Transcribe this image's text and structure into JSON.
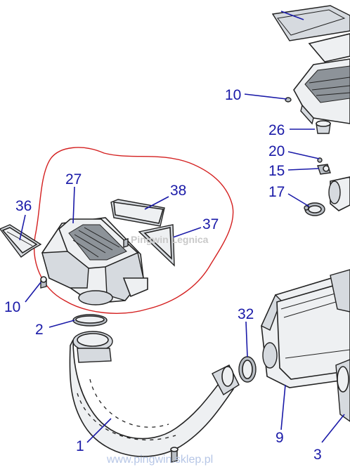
{
  "callouts": {
    "c1": "1",
    "c2": "2",
    "c3": "3",
    "c9": "9",
    "c10a": "10",
    "c10b": "10",
    "c15": "15",
    "c17": "17",
    "c20": "20",
    "c26": "26",
    "c27": "27",
    "c32": "32",
    "c36": "36",
    "c37": "37",
    "c38": "38"
  },
  "watermark": "Pingwin Legnica",
  "footer_url": "www.pingwin.sklep.pl",
  "colors": {
    "callout": "#1a1aa8",
    "highlight": "#d42020",
    "watermark": "#c9c9c9",
    "footer": "#b6c6e6"
  }
}
